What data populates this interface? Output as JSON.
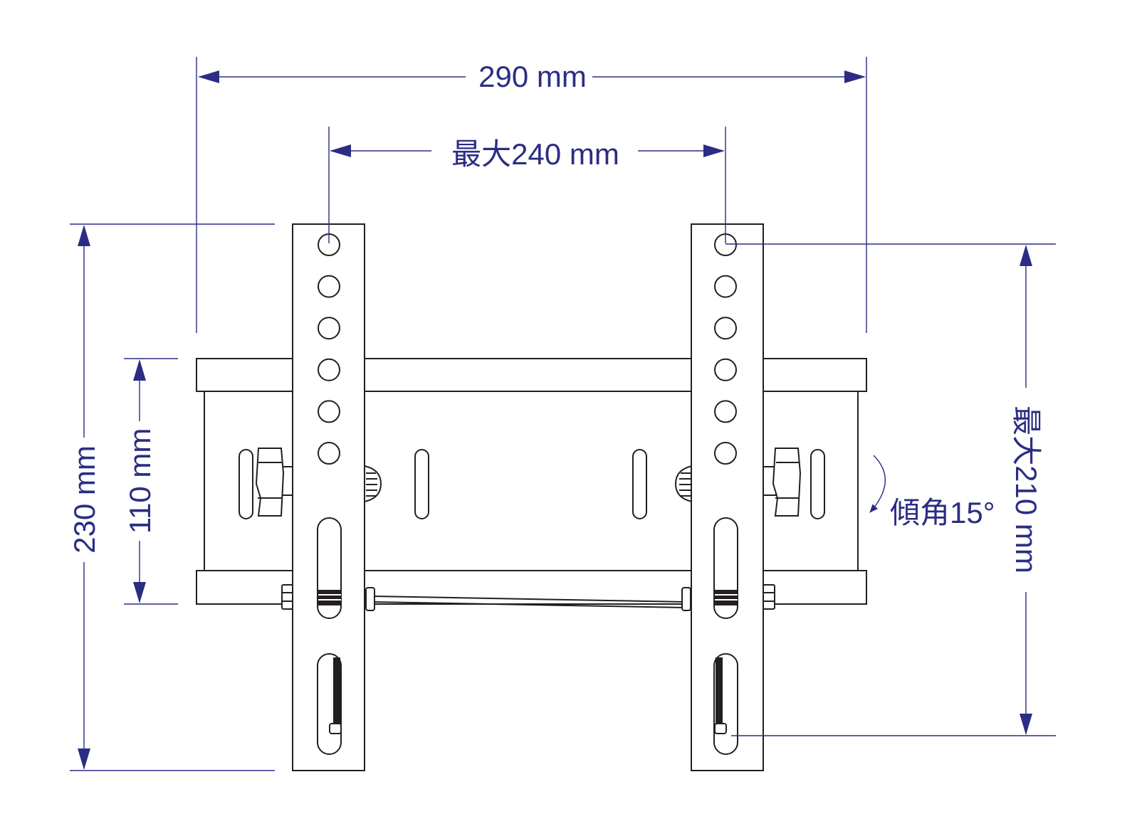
{
  "dimensions": {
    "overall_width": "290 mm",
    "max_hole_spacing_width": "最大240 mm",
    "overall_height": "230 mm",
    "wall_plate_height": "110 mm",
    "max_hole_spacing_height": "最大210 mm"
  },
  "tilt": {
    "label": "傾角15°"
  },
  "colors": {
    "dimension": "#2b2d83",
    "drawing": "#231f20"
  },
  "bracket": {
    "arm_hole_count": 6,
    "arm_count": 2
  }
}
